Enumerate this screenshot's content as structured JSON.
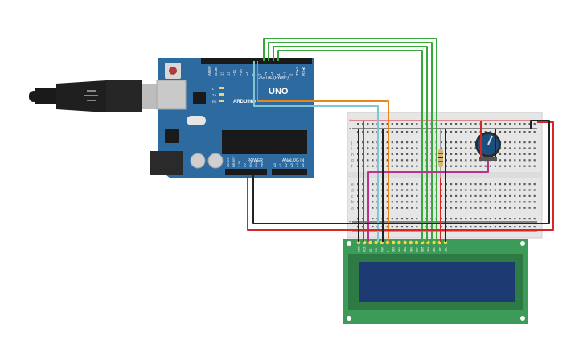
{
  "canvas": {
    "background": "#ffffff"
  },
  "colors": {
    "board": "#2d6a9f",
    "board_dark": "#1f4f7a",
    "breadboard": "#e6e6e6",
    "lcd_pcb": "#3c9b59",
    "lcd_screen": "#1d3a73",
    "wire_red": "#d42727",
    "wire_black": "#222222",
    "wire_green": "#37a93a",
    "wire_orange": "#e8861c",
    "wire_cyan": "#7fc6d4",
    "wire_magenta": "#b8338c",
    "pot_knob": "#1c4f7e"
  },
  "arduino": {
    "logo_text": "ARDUINO",
    "model": "UNO",
    "digital_label": "DIGITAL (PWM~)",
    "power_label": "POWER",
    "analog_label": "ANALOG IN",
    "led_labels": [
      "L",
      "TX",
      "RX"
    ],
    "digital_pins": [
      "AREF",
      "GND",
      "13",
      "12",
      "~11",
      "~10",
      "~9",
      "8",
      "7",
      "~6",
      "~5",
      "4",
      "~3",
      "2",
      "TX▸1",
      "RX◂0"
    ],
    "power_pins": [
      "IOREF",
      "RESET",
      "3.3V",
      "5V",
      "GND",
      "GND",
      "Vin"
    ],
    "analog_pins": [
      "A0",
      "A1",
      "A2",
      "A3",
      "A4",
      "A5"
    ]
  },
  "breadboard": {
    "rail_plus": "+",
    "rail_minus": "-",
    "rows_top": [
      "j",
      "i",
      "h",
      "g",
      "f"
    ],
    "rows_bottom": [
      "e",
      "d",
      "c",
      "b",
      "a"
    ]
  },
  "lcd": {
    "pin_labels": [
      "GND",
      "VCC",
      "V0",
      "RS",
      "RW",
      "E",
      "DB0",
      "DB1",
      "DB2",
      "DB3",
      "DB4",
      "DB5",
      "DB6",
      "DB7",
      "LED",
      "LED"
    ]
  },
  "icons": {
    "usb_cable": "usb-cable-icon",
    "potentiometer": "potentiometer-icon",
    "resistor": "resistor-icon"
  }
}
